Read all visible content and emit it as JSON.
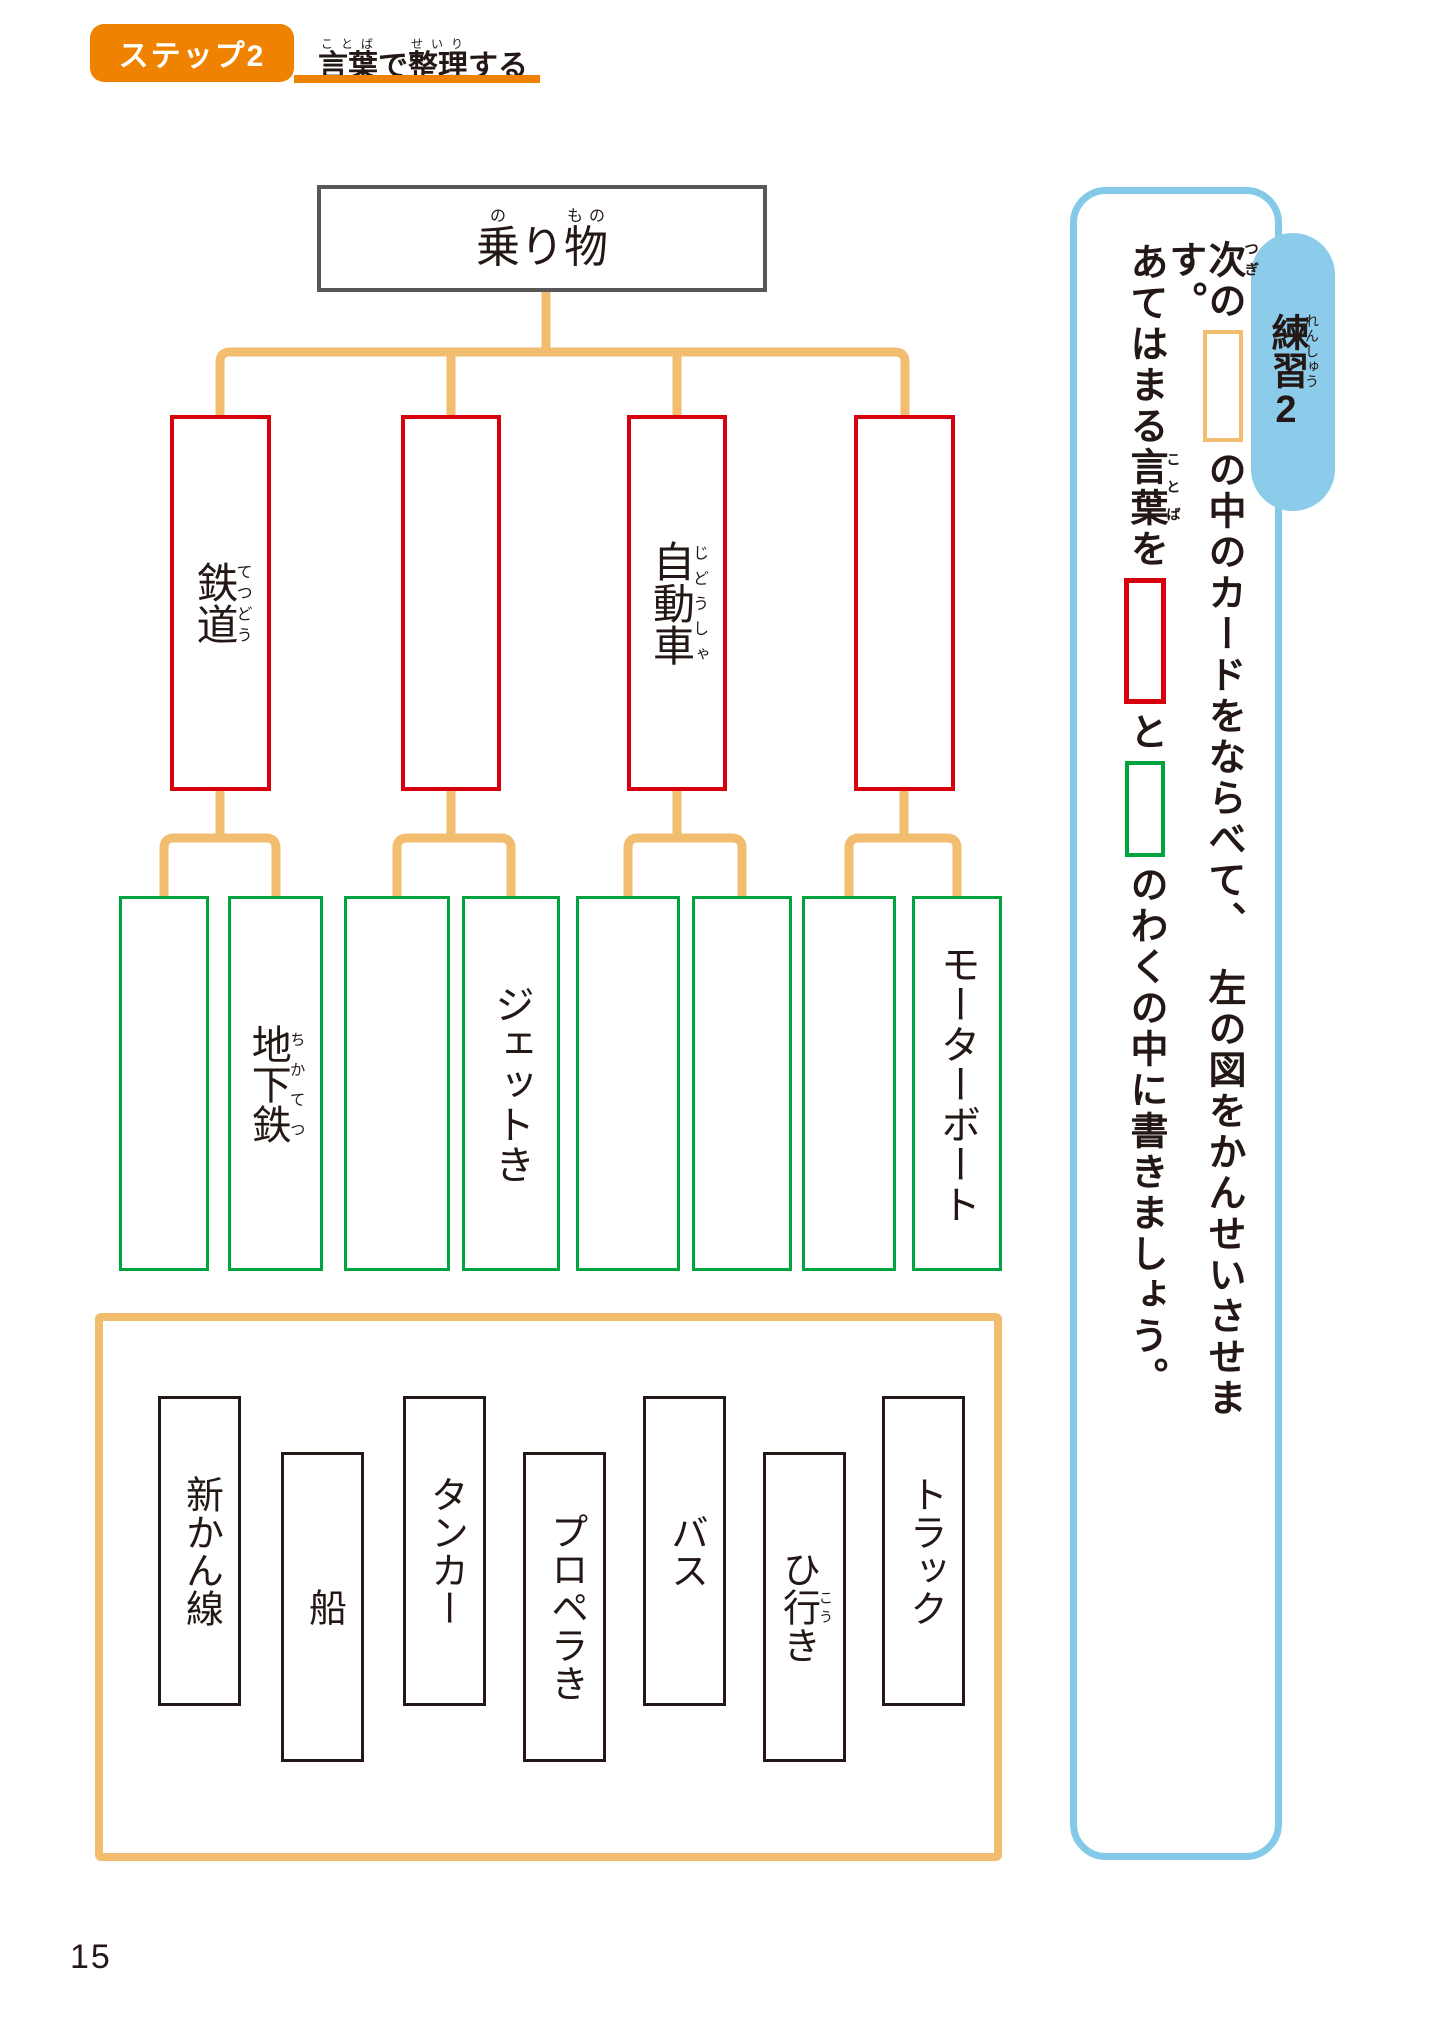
{
  "colors": {
    "header_orange": "#ef8200",
    "connector_orange": "#f2bd6f",
    "category_red": "#d7000f",
    "item_green": "#00a33e",
    "root_gray": "#595757",
    "panel_blue": "#85c9e9",
    "text_black": "#231815"
  },
  "header": {
    "step_label": "ステップ2",
    "title_part1": "言葉",
    "title_part1_ruby": "ことば",
    "title_part2": "で",
    "title_part3": "整理",
    "title_part3_ruby": "せいり",
    "title_part4": "する"
  },
  "diagram": {
    "root": {
      "label": "乗り物",
      "part1": "乗",
      "part1_ruby": "の",
      "part2": "り",
      "part3": "物",
      "part3_ruby": "もの"
    },
    "categories": [
      {
        "label": "鉄道",
        "ruby": "てつどう"
      },
      {
        "label": ""
      },
      {
        "label": "自動車",
        "ruby": "じどうしゃ"
      },
      {
        "label": ""
      }
    ],
    "items": [
      {
        "label": ""
      },
      {
        "label": "地下鉄",
        "ruby": "ちかてつ"
      },
      {
        "label": ""
      },
      {
        "label": "ジェットき"
      },
      {
        "label": ""
      },
      {
        "label": ""
      },
      {
        "label": ""
      },
      {
        "label": "モーターボート"
      }
    ]
  },
  "word_bank": {
    "cards": [
      {
        "label": "新かん線"
      },
      {
        "label": "船"
      },
      {
        "label": "タンカー"
      },
      {
        "label": "プロペラき"
      },
      {
        "label": "バス"
      },
      {
        "label": "ひ行き",
        "pre": "ひ",
        "base": "行",
        "rt": "こう",
        "post": "き"
      },
      {
        "label": "トラック"
      }
    ]
  },
  "instructions": {
    "badge_label": "練習",
    "badge_ruby": "れんしゅう",
    "badge_number": "2",
    "col1": {
      "seg1": "次",
      "seg1_ruby": "つぎ",
      "seg2": "の",
      "seg3": "の中のカードをならべて、",
      "seg4": "左の図をかんせいさせます。"
    },
    "col2": {
      "seg1": "あてはまる",
      "seg2": "言葉",
      "seg2_ruby": "ことば",
      "seg3": "を",
      "seg4": "と",
      "seg5": "のわくの中に書きましょう。"
    }
  },
  "page_number": "15"
}
